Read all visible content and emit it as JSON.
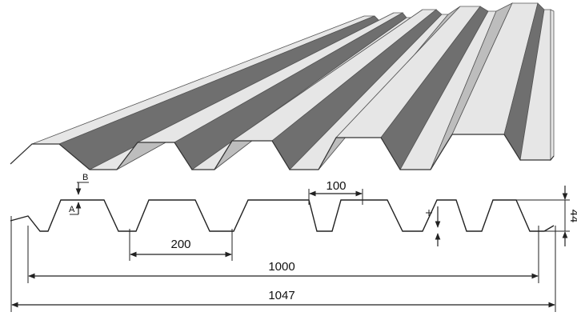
{
  "dimensions": {
    "rib_top_width": "100",
    "rib_pitch": "200",
    "effective_width": "1000",
    "overall_width": "1047",
    "profile_height": "44"
  },
  "section_labels": {
    "label_b": "B",
    "label_a": "A"
  },
  "colors": {
    "line": "#222222",
    "sheet_light": "#e6e6e6",
    "sheet_mid": "#bdbdbd",
    "sheet_dark": "#6f6f6f"
  }
}
